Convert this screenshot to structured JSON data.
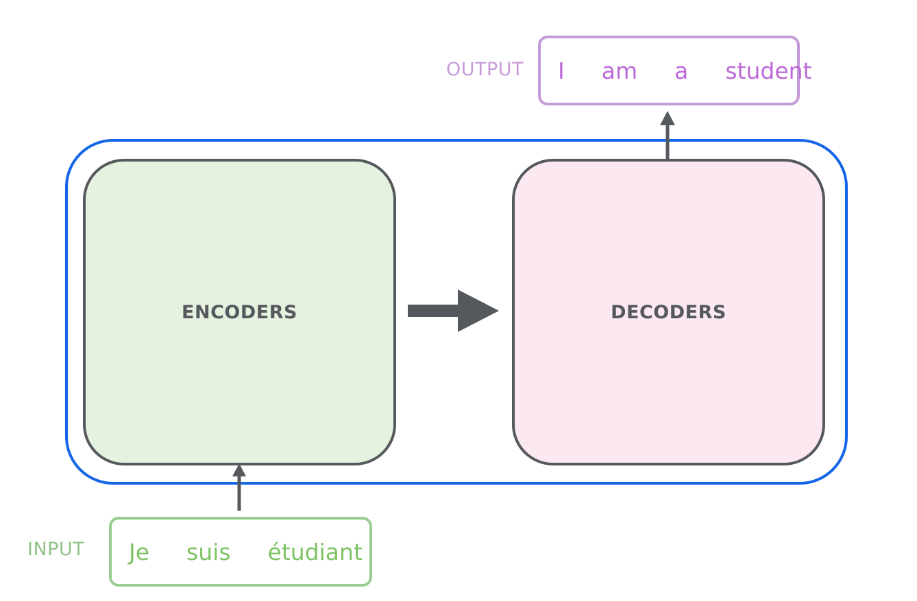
{
  "diagram": {
    "container_color": "#1565e8",
    "encoder": {
      "label": "ENCODERS",
      "fill": "#e6f2e0"
    },
    "decoder": {
      "label": "DECODERS",
      "fill": "#fbe8f1"
    },
    "input": {
      "label": "INPUT",
      "tokens": [
        "Je",
        "suis",
        "étudiant"
      ],
      "color": "#7ec364"
    },
    "output": {
      "label": "OUTPUT",
      "tokens": [
        "I",
        "am",
        "a",
        "student"
      ],
      "color": "#bc6ad8"
    },
    "arrow_color": "#55585d"
  }
}
